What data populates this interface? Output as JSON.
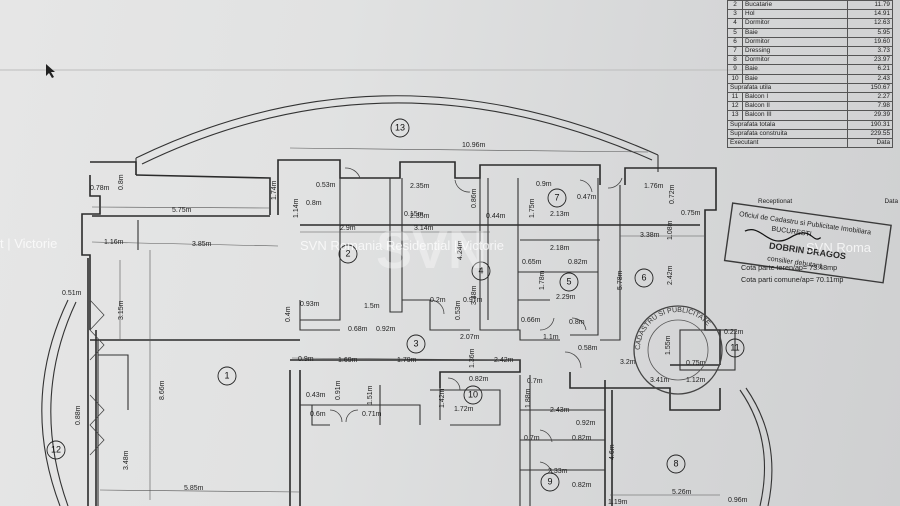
{
  "legend": {
    "rows": [
      {
        "n": "2",
        "name": "Bucatarie",
        "value": "11.79"
      },
      {
        "n": "3",
        "name": "Hol",
        "value": "14.91"
      },
      {
        "n": "4",
        "name": "Dormitor",
        "value": "12.63"
      },
      {
        "n": "5",
        "name": "Baie",
        "value": "5.95"
      },
      {
        "n": "6",
        "name": "Dormitor",
        "value": "19.60"
      },
      {
        "n": "7",
        "name": "Dressing",
        "value": "3.73"
      },
      {
        "n": "8",
        "name": "Dormitor",
        "value": "23.97"
      },
      {
        "n": "9",
        "name": "Baie",
        "value": "6.21"
      },
      {
        "n": "10",
        "name": "Baie",
        "value": "2.43"
      }
    ],
    "suprafata_utila": {
      "label": "Suprafata utila",
      "value": "150.67"
    },
    "balcony_rows": [
      {
        "n": "11",
        "name": "Balcon I",
        "value": "2.27"
      },
      {
        "n": "12",
        "name": "Balcon II",
        "value": "7.98"
      },
      {
        "n": "13",
        "name": "Balcon III",
        "value": "29.39"
      }
    ],
    "suprafata_totala": {
      "label": "Suprafata totala",
      "value": "190.31"
    },
    "suprafata_construita": {
      "label": "Suprafata construita",
      "value": "229.55"
    },
    "executant": "Executant",
    "data": "Data",
    "receptionat": "Receptionat",
    "data2": "Data"
  },
  "stamp": {
    "lines": [
      "Oficiul de Cadastru si Publicitate Imobiliara",
      "BUCURESTI",
      "consilier debutant"
    ],
    "name": "DOBRIN DRAGOS",
    "round_text": "CADASTRU SI PUBLICITATE"
  },
  "cota": {
    "teren": "Cota parte teren/ap= 73.48mp",
    "comune": "Cota parti comune/ap= 70.11mp"
  },
  "watermarks": [
    "t | Victorie",
    "SVN Romania Residential | Victorie",
    "SVN Roma"
  ],
  "rooms": [
    "1",
    "2",
    "3",
    "4",
    "5",
    "6",
    "7",
    "8",
    "9",
    "10",
    "11",
    "12",
    "13"
  ],
  "dims": {
    "d1096": "10.96m",
    "d078": "0.78m",
    "d08": "0.8m",
    "d575": "5.75m",
    "d116": "1.16m",
    "d385": "3.85m",
    "d29": "2.9m",
    "d314": "3.14m",
    "d338": "3.38m",
    "d051": "0.51m",
    "d315": "3.15m",
    "d866": "8.66m",
    "d174": "1.74m",
    "d053": "0.53m",
    "d114": "1.14m",
    "d015": "0.15m",
    "d235a": "2.35m",
    "d235b": "2.35m",
    "d086": "0.86m",
    "d044": "0.44m",
    "d09a": "0.9m",
    "d047": "0.47m",
    "d176": "1.76m",
    "d072": "0.72m",
    "d075": "0.75m",
    "d213": "2.13m",
    "d175": "1.75m",
    "d218": "2.18m",
    "d065": "0.65m",
    "d082a": "0.82m",
    "d229": "2.29m",
    "d066": "0.66m",
    "d08b": "0.8m",
    "d093": "0.93m",
    "d15": "1.5m",
    "d068": "0.68m",
    "d092": "0.92m",
    "d02": "0.2m",
    "d097": "0.97m",
    "d053b": "0.53m",
    "d207": "2.07m",
    "d11": "1.1m",
    "d058": "0.58m",
    "d09b": "0.9m",
    "d169": "1.69m",
    "d179": "1.79m",
    "d242": "2.42m",
    "d32": "3.2m",
    "d341": "3.41m",
    "d112": "1.12m",
    "d043": "0.43m",
    "d091": "0.91m",
    "d151": "1.51m",
    "d071": "0.71m",
    "d06": "0.6m",
    "d082b": "0.82m",
    "d142": "1.42m",
    "d172": "1.72m",
    "d07a": "0.7m",
    "d188": "1.88m",
    "d243": "2.43m",
    "d092b": "0.92m",
    "d07b": "0.7m",
    "d082c": "0.82m",
    "d233": "2.33m",
    "d082d": "0.82m",
    "d585": "5.85m",
    "d119": "1.19m",
    "d526": "5.26m",
    "d096": "0.96m",
    "d348": "3.48m",
    "d424": "4.24m",
    "d578": "5.78m",
    "d242v": "2.42m",
    "d108": "1.08m",
    "d46": "4.6m",
    "d136": "1.36m",
    "d155": "1.55m",
    "d075b": "0.75m",
    "d022": "0.22m",
    "d088": "0.88m",
    "d02b": "0.2m",
    "d348b": "3.48m",
    "d04": "0.4m"
  }
}
